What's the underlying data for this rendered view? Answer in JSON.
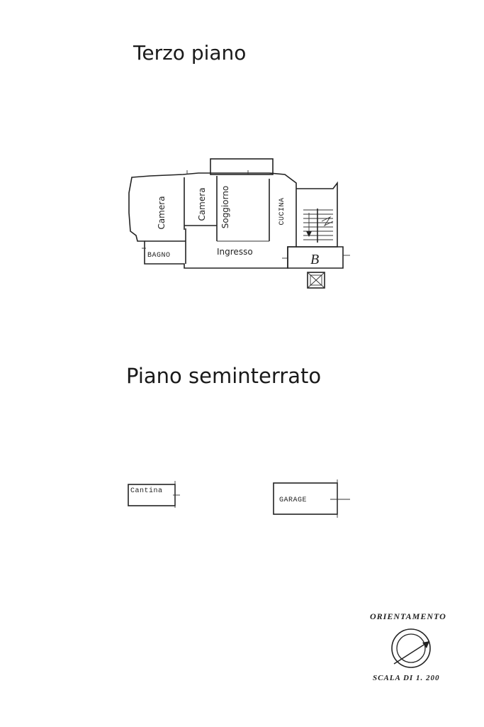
{
  "headings": {
    "third_floor": "Terzo piano",
    "basement": "Piano seminterrato"
  },
  "third_floor_rooms": {
    "camera_1": "Camera",
    "camera_2": "Camera",
    "soggiorno": "Soggiorno",
    "cucina": "CUCINA",
    "bagno": "BAGNO",
    "ingresso": "Ingresso",
    "stair_block": "B"
  },
  "basement_rooms": {
    "cantina": "Cantina",
    "garage": "GARAGE"
  },
  "legend": {
    "orientation": "ORIENTAMENTO",
    "scale": "SCALA DI 1. 200",
    "compass_icon": "compass-icon"
  },
  "colors": {
    "ink": "#222222",
    "paper": "#ffffff"
  }
}
